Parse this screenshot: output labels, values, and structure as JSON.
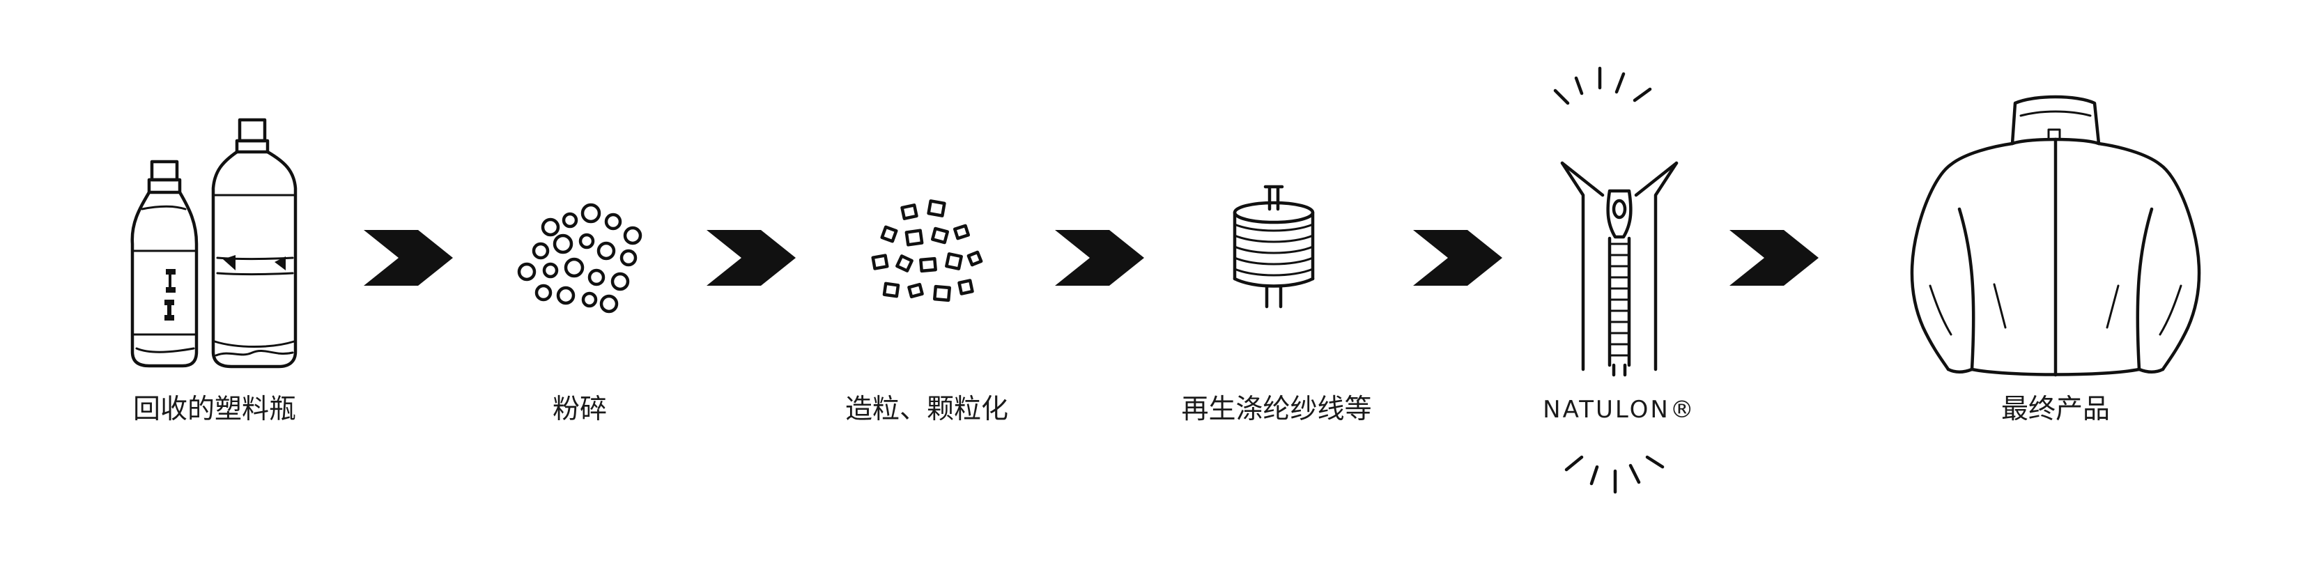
{
  "steps": [
    {
      "id": "bottles",
      "label": "回收的塑料瓶",
      "icon": "plastic-bottles-icon"
    },
    {
      "id": "crush",
      "label": "粉碎",
      "icon": "crushed-flakes-icon"
    },
    {
      "id": "pellet",
      "label": "造粒、颗粒化",
      "icon": "pellets-icon"
    },
    {
      "id": "yarn",
      "label": "再生涤纶纱线等",
      "icon": "yarn-spool-icon"
    },
    {
      "id": "natulon",
      "label": "NATULON®",
      "icon": "zipper-icon"
    },
    {
      "id": "product",
      "label": "最终产品",
      "icon": "jacket-icon"
    }
  ],
  "colors": {
    "ink": "#111111",
    "background": "#ffffff"
  }
}
